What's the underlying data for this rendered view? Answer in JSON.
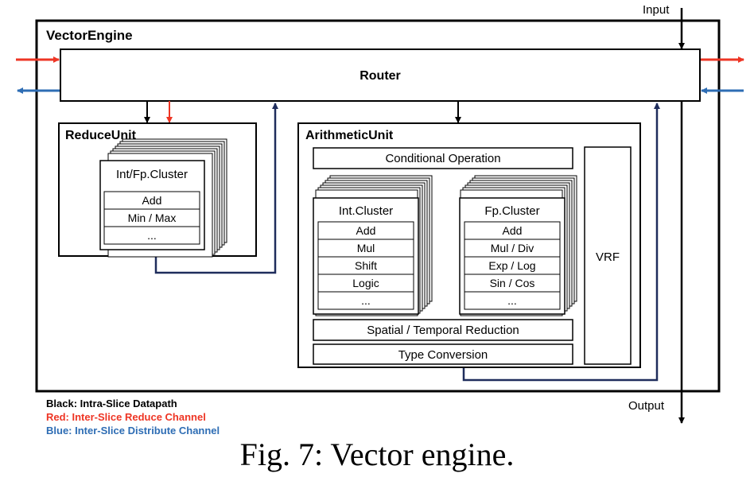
{
  "colors": {
    "black": "#000000",
    "red": "#ee3524",
    "blue": "#2e6db4",
    "navy": "#1f2d5c"
  },
  "labels": {
    "input": "Input",
    "output": "Output",
    "vector_engine": "VectorEngine",
    "router": "Router",
    "reduce_unit": "ReduceUnit",
    "arithmetic_unit": "ArithmeticUnit",
    "vrf": "VRF",
    "conditional_operation": "Conditional Operation",
    "spatial_temporal_reduction": "Spatial / Temporal Reduction",
    "type_conversion": "Type Conversion"
  },
  "reduce_cluster": {
    "title": "Int/Fp.Cluster",
    "rows": [
      "Add",
      "Min / Max",
      "..."
    ]
  },
  "int_cluster": {
    "title": "Int.Cluster",
    "rows": [
      "Add",
      "Mul",
      "Shift",
      "Logic",
      "..."
    ]
  },
  "fp_cluster": {
    "title": "Fp.Cluster",
    "rows": [
      "Add",
      "Mul / Div",
      "Exp / Log",
      "Sin / Cos",
      "..."
    ]
  },
  "legend": {
    "black": "Black: Intra-Slice Datapath",
    "red": "Red: Inter-Slice Reduce Channel",
    "blue": "Blue: Inter-Slice Distribute Channel"
  },
  "caption": "Fig. 7: Vector engine."
}
